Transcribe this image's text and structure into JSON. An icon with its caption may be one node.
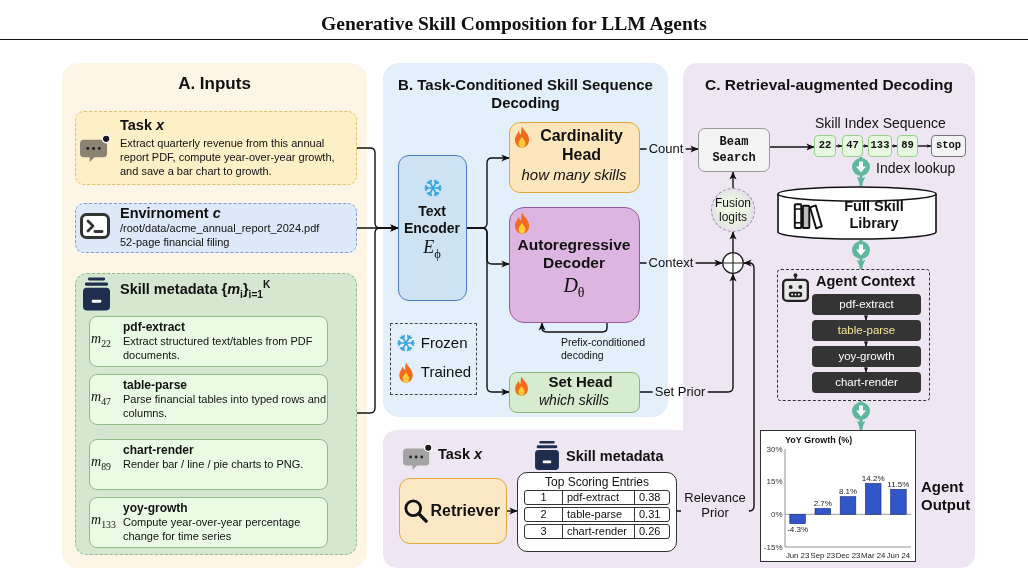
{
  "diagram": {
    "title": "Generative Skill Composition for LLM Agents",
    "nodes": [
      {
        "text": [
          "A. Inputs"
        ]
      },
      {
        "text": [
          "Task *x*",
          "Extract quarterly revenue from this annual report PDF, compute year-over-year growth, and save a bar chart to growth."
        ],
        "in": 0
      },
      {
        "text": [
          "Envirnoment *c*",
          "/root/data/acme_annual_report_2024.pdf",
          "52-page financial filing"
        ],
        "in": 0
      },
      {
        "text": [
          "Skill metadata {*m*$_{i}$}$_{i=1}$$^{K}$"
        ],
        "in": 0
      },
      {
        "text": [
          "*m*$_{22}$",
          "pdf-extract",
          "Extract structured text/tables from PDF documents."
        ],
        "in": 3
      },
      {
        "text": [
          "*m*$_{47}$",
          "table-parse",
          "Parse financial tables into typed rows and columns."
        ],
        "in": 3
      },
      {
        "text": [
          "*m*$_{89}$",
          "chart-render",
          "Render bar / line / pie charts to PNG."
        ],
        "in": 3
      },
      {
        "text": [
          "*m*$_{133}$",
          "yoy-growth",
          "Compute year-over-year percentage change for time series"
        ],
        "in": 3
      },
      {
        "text": [
          "B. Task-Conditioned Skill Sequence Decoding"
        ]
      },
      {
        "text": [
          "Text Encoder",
          "*E*$_{ϕ}$"
        ],
        "in": 8
      },
      {
        "text": [
          "Cardinality Head",
          "how many skills"
        ],
        "in": 8
      },
      {
        "text": [
          "Autoregressive Decoder",
          "*D*$_{θ}$"
        ],
        "in": 8
      },
      {
        "text": [
          "Set Head",
          "which skills"
        ],
        "in": 8
      },
      {
        "text": [
          "C. Retrieval-augmented Decoding"
        ]
      },
      {
        "text": [
          "Beam Search"
        ],
        "in": 13
      },
      {
        "text": [
          "Fusion logits"
        ],
        "in": 13
      },
      {
        "text": [],
        "shape": "circle",
        "in": 13
      },
      {
        "text": [
          "22"
        ],
        "in": 13
      },
      {
        "text": [
          "47"
        ],
        "in": 13
      },
      {
        "text": [
          "133"
        ],
        "in": 13
      },
      {
        "text": [
          "89"
        ],
        "in": 13
      },
      {
        "text": [
          "stop"
        ],
        "in": 13
      },
      {
        "text": [
          "Full Skill Library"
        ],
        "in": 13
      },
      {
        "text": [
          "Agent Context"
        ],
        "in": 13
      },
      {
        "text": [
          "pdf-extract"
        ],
        "in": 23
      },
      {
        "text": [
          "table-parse"
        ],
        "in": 23
      },
      {
        "text": [
          "yoy-growth"
        ],
        "in": 23
      },
      {
        "text": [
          "chart-render"
        ],
        "in": 23
      },
      {
        "text": [],
        "shape": "picture",
        "beside": [
          "Agent Output"
        ],
        "in": 13
      },
      {
        "text": [
          "Retriever"
        ],
        "in": 13
      },
      {
        "text": [
          "Top Scoring Entries"
        ],
        "in": 13
      }
    ],
    "edges": [
      {
        "from": 1,
        "to": 9,
        "arrow": "to"
      },
      {
        "from": 2,
        "to": 9,
        "arrow": "to"
      },
      {
        "from": 3,
        "to": 9,
        "arrow": "to"
      },
      {
        "from": 9,
        "to": 10,
        "arrow": "to"
      },
      {
        "from": 9,
        "to": 11,
        "arrow": "to"
      },
      {
        "from": 9,
        "to": 12,
        "arrow": "to"
      },
      {
        "from": 10,
        "to": 14,
        "arrow": "to",
        "label": "Count"
      },
      {
        "from": 11,
        "to": 16,
        "arrow": "to",
        "label": "Context"
      },
      {
        "from": 11,
        "to": 11,
        "arrow": "to",
        "label": "Prefix-conditioned decoding"
      },
      {
        "from": 12,
        "to": 16,
        "arrow": "to",
        "label": "Set Prior"
      },
      {
        "from": 16,
        "to": 15,
        "arrow": "to"
      },
      {
        "from": 15,
        "to": 14,
        "arrow": "to"
      },
      {
        "from": 14,
        "to": 17,
        "arrow": "to"
      },
      {
        "from": 17,
        "to": 18,
        "arrow": "to"
      },
      {
        "from": 18,
        "to": 19,
        "arrow": "to"
      },
      {
        "from": 19,
        "to": 20,
        "arrow": "to"
      },
      {
        "from": 20,
        "to": 21,
        "arrow": "to"
      },
      {
        "from": 18,
        "to": 22,
        "arrow": "to",
        "label": "Index lookup",
        "style": "thick",
        "color": "#5eb8a0"
      },
      {
        "from": 22,
        "to": 23,
        "arrow": "to",
        "style": "thick",
        "color": "#5eb8a0"
      },
      {
        "from": 23,
        "to": 28,
        "arrow": "to",
        "style": "thick",
        "color": "#5eb8a0"
      },
      {
        "from": 24,
        "to": 25,
        "arrow": "to"
      },
      {
        "from": 25,
        "to": 26,
        "arrow": "to"
      },
      {
        "from": 26,
        "to": 27,
        "arrow": "to"
      },
      {
        "from": 29,
        "to": 30,
        "arrow": "to"
      },
      {
        "from": 30,
        "to": 16,
        "arrow": "to",
        "label": "Relevance Prior"
      }
    ],
    "labels": [
      "Skill Index Sequence",
      "Task *x*",
      "Skill metadata",
      "1",
      "pdf-extract",
      "0.38",
      "2",
      "table-parse",
      "0.31",
      "3",
      "chart-render",
      "0.26"
    ],
    "legend": [
      {
        "text": "Frozen"
      },
      {
        "text": "Trained"
      }
    ],
    "chart_data": {
      "type": "bar",
      "title": "YoY Growth (%)",
      "categories": [
        "Jun 23",
        "Sep 23",
        "Dec 23",
        "Mar 24",
        "Jun 24"
      ],
      "series": [
        {
          "color": "#3056c8",
          "values": [
            -4.3,
            2.7,
            8.1,
            14.2,
            11.5
          ]
        }
      ],
      "ylim": [
        -15,
        30
      ],
      "yticks": [
        {
          "value": -15,
          "label": "-15%"
        },
        {
          "value": 0,
          "label": "0%"
        },
        {
          "value": 15,
          "label": "15%"
        },
        {
          "value": 30,
          "label": "30%"
        }
      ],
      "value_labels": [
        "-4.3%",
        "2.7%",
        "8.1%",
        "14.2%",
        "11.5%"
      ]
    }
  }
}
